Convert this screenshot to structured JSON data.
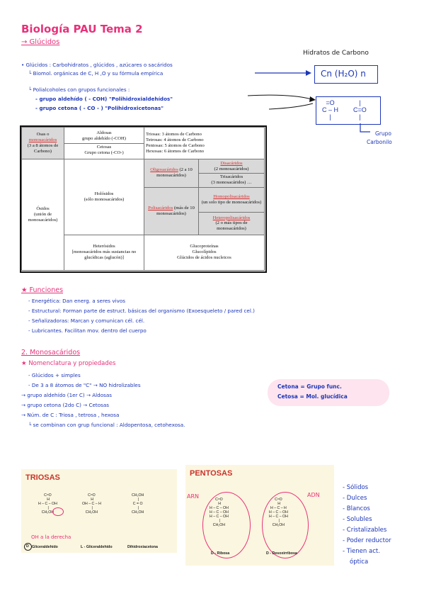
{
  "header": {
    "title": "Biología PAU Tema 2",
    "subtitle": "→ Glúcidos",
    "right_label": "Hidratos de Carbono"
  },
  "intro": {
    "l1": "• Glúcidos : Carbohidratos , glúcidos , azúcares o sacáridos",
    "l2": "└ Biomol. orgánicas de C, H ,O y su fórmula empírica",
    "formula": "Cn (H₂O) n",
    "l3": "└ Polialcoholes con grupos funcionales :",
    "l4": "- grupo aldehído ( - COH) \"Polihidroxialdehídos\"",
    "l5": "- grupo cetona ( - CO - ) \"Polihidroxicetonas\"",
    "ald_struct": "=O\nC – H\n|",
    "ket_struct": "|\nC=O\n|",
    "grupo": "Grupo",
    "carbonilo": "Carbonilo"
  },
  "table": {
    "osas_a": "Osas o",
    "osas_link": "monosacáridos",
    "osas_b": "(3 a 8 átomos de Carbono)",
    "aldosas": "Aldosas",
    "aldosas_sub": "grupo aldehído (-COH)",
    "cetosas": "Cetosas",
    "cetosas_sub": "Grupo cetona (-CO-)",
    "triosas": "Triosas: 3 átomos de Carbono",
    "tetrosas": "Tetrosas: 4 átomos de Carbono",
    "pentosas": "Pentosas: 5 átomos de Carbono",
    "hexosas": "Hexosas: 6 átomos de Carbono",
    "osidos": "Ósidos",
    "osidos_sub": "(unión de monosacáridos)",
    "holosidos": "Holósidos",
    "holosidos_sub": "(sólo monosacáridos)",
    "oligo_link": "Oligosacáridos",
    "oligo_rest": "(2 a 10 monosacáridos)",
    "disac_link": "Disacáridos",
    "disac_rest": "(2 monosacáridos)",
    "trisac": "Trisacáridos",
    "trisac_rest": "(3 monosacáridos) …",
    "poli_link": "Polisacáridos",
    "poli_rest": "(más de 10 monosacáridos)",
    "homo_link": "Homopolisacáridos",
    "homo_rest": "(un solo tipo de monosacáridos)",
    "hetero_link": "Heteropolisacáridos",
    "hetero_rest": "(2 o más tipos de monosacáridos)",
    "heterosidos": "Heterósidos",
    "heterosidos_sub": "[monosacáridos más sustancias no glucídicas (aglucón)]",
    "gluco1": "Glucoproteínas",
    "gluco2": "Glucolípidos",
    "gluco3": "Glúcidos de ácidos nucleicos"
  },
  "funciones": {
    "title": "★ Funciones",
    "f1": "- Energética: Dan energ. a seres vivos",
    "f2": "- Estructural: Forman parte de estruct. básicas del organismo (Exoesqueleto / pared cel.)",
    "f3": "- Señalizadoras: Marcan y comunican cél. cél.",
    "f4": "- Lubricantes. Facilitan mov. dentro del cuerpo"
  },
  "mono": {
    "title": "2. Monosacáridos",
    "subtitle": "★ Nomenclatura y propiedades",
    "l1": "- Glúcidos + simples",
    "l2": "- De 3 a 8 átomos de \"C\" → NO hidrolizables",
    "l3": "→ grupo aldehído (1er C) → Aldosas",
    "l4": "→ grupo cetona (2do C) → Cetosas",
    "l5": "→ Núm. de C : Triosa , tetrosa , hexosa",
    "l6": "└ se combinan con grup funcional : Aldopentosa, cetohexosa.",
    "cloud1": "Cetona = Grupo func.",
    "cloud2": "Cetosa = Mol. glucídica"
  },
  "triosas": {
    "title": "TRIOSAS",
    "s1": "C≈O\n H\nH – C – OH\n |\nCH₂OH",
    "s2": "C≈O\n H\nOH – C – H\n |\nCH₂OH",
    "s3": "CH₂OH\n |\nC = O\n |\nCH₂OH",
    "c1": "Gliceraldehído",
    "c2": "L - Gliceraldehído",
    "c3": "Dihidroxiacetona",
    "d": "D",
    "note": "OH a la derecha"
  },
  "pentosas": {
    "title": "PENTOSAS",
    "arn": "ARN",
    "adn": "ADN",
    "s1": "C≈O\n H\nH – C – OH\nH – C – OH\nH – C – OH\n |\nCH₂OH",
    "s2": "C≈O\n H\nH – C – H\nH – C – OH\nH – C – OH\n |\nCH₂OH",
    "c1": "D - Ribosa",
    "c2": "D - Desoxirribosa"
  },
  "props": [
    "- Sólidos",
    "- Dulces",
    "- Blancos",
    "- Solubles",
    "- Cristalizables",
    "- Poder reductor",
    "- Tienen act.",
    "óptica"
  ]
}
